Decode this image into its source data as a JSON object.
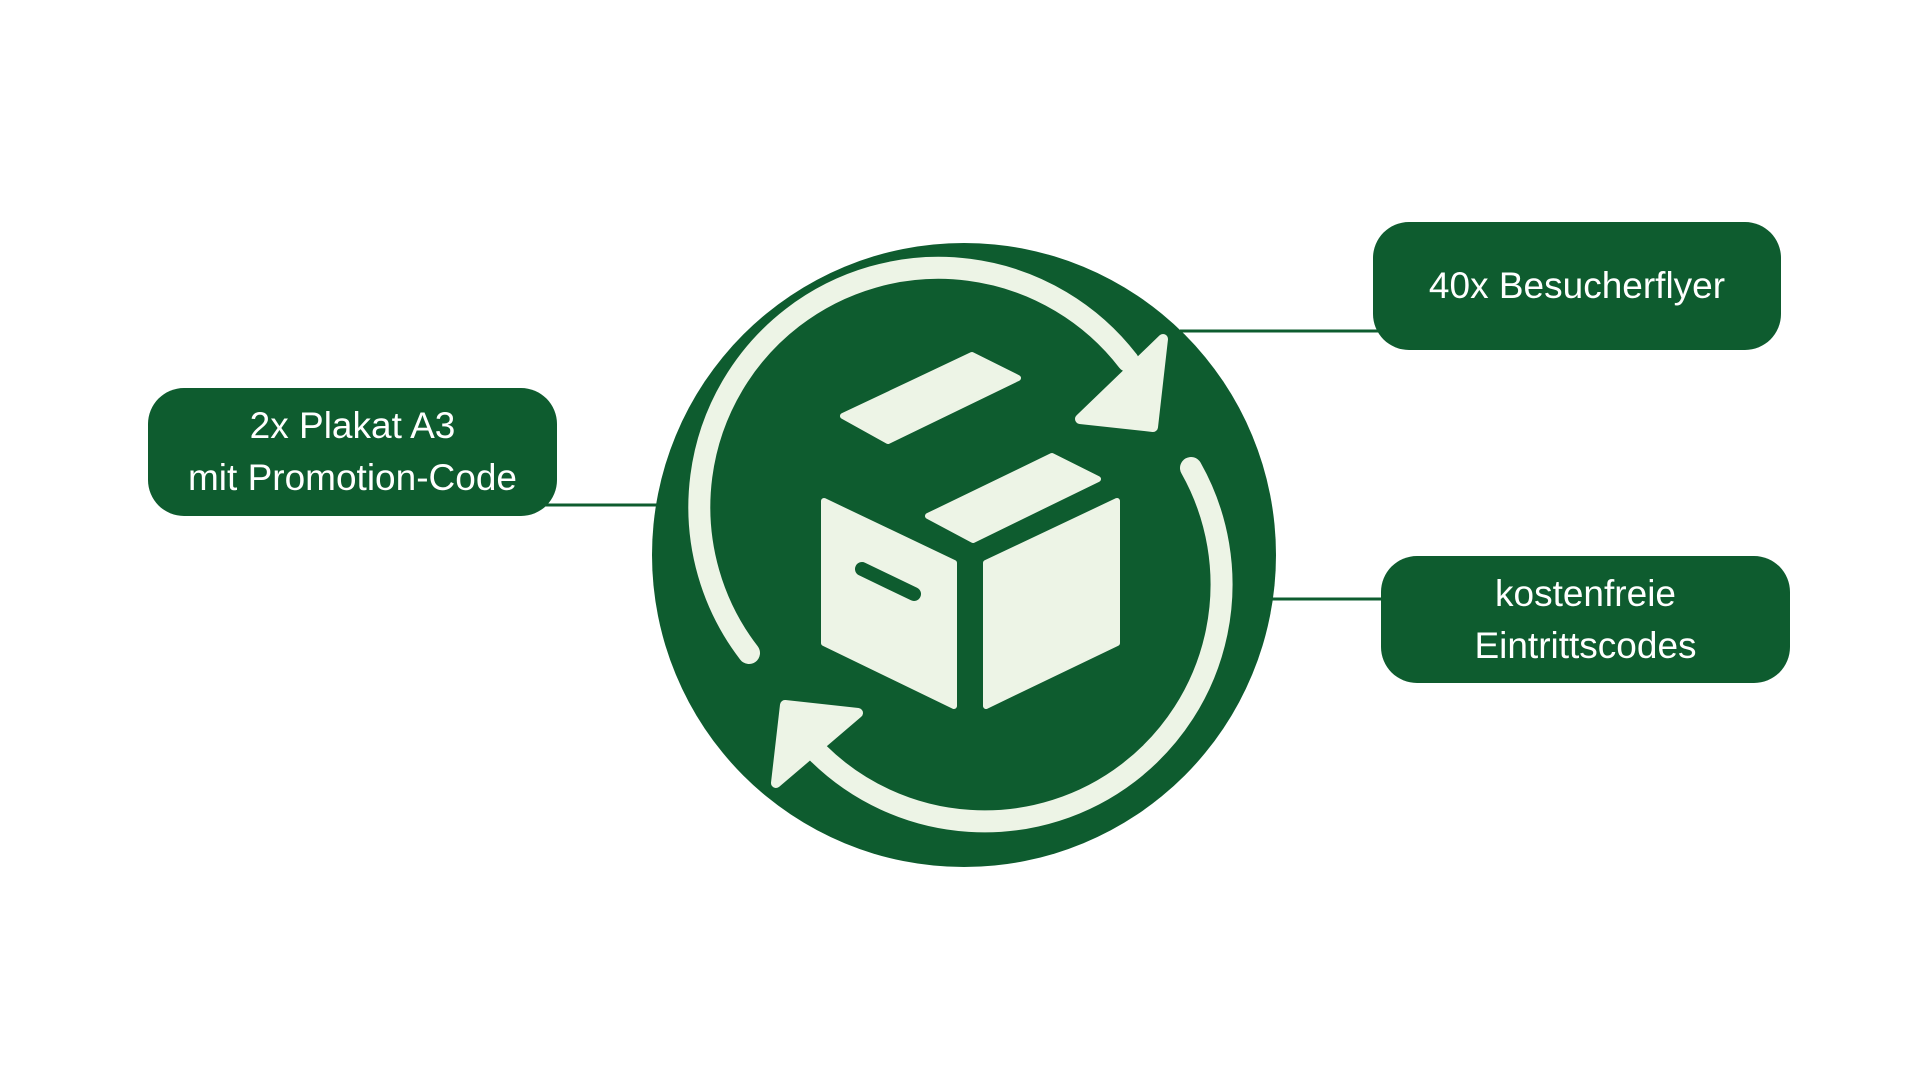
{
  "colors": {
    "primary_green": "#0e5c2f",
    "icon_fill": "#edf4e6",
    "background": "#ffffff",
    "text": "#ffffff"
  },
  "hub": {
    "icon": "box-exchange-icon"
  },
  "nodes": {
    "left": {
      "line1": "2x Plakat A3",
      "line2": "mit Promotion-Code"
    },
    "top_right": {
      "line1": "40x Besucherflyer"
    },
    "bottom_right": {
      "line1": "kostenfreie",
      "line2": "Eintrittscodes"
    }
  }
}
